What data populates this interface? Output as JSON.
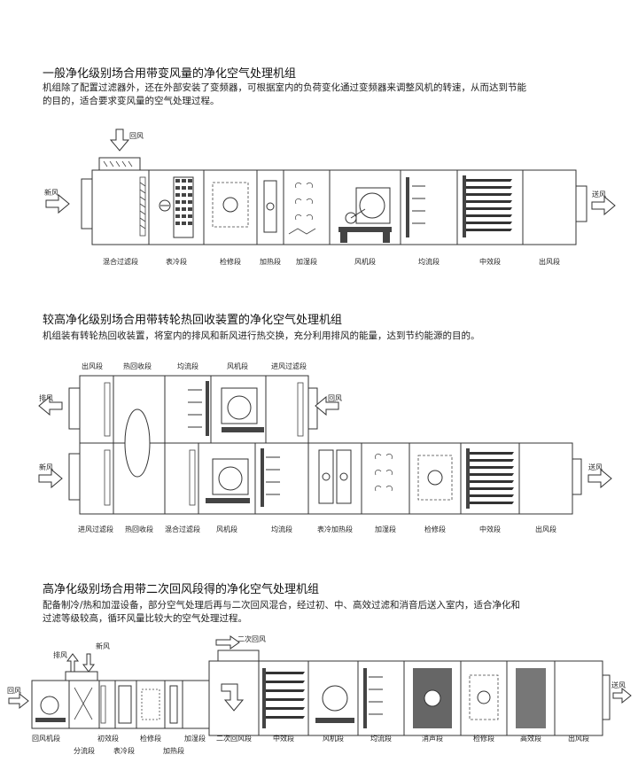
{
  "sections": [
    {
      "title": "一般净化级别场合用带变风量的净化空气处理机组",
      "desc": [
        "    机组除了配置过滤器外，还在外部安装了变频器，可根据室内的负荷变化通过变频器来调整风机的转速，从而达到节能",
        "的目的，适合要求变风量的空气处理过程。"
      ],
      "flows": {
        "return": "回风",
        "fresh": "新风",
        "supply": "送风"
      },
      "labels": [
        "混合过滤段",
        "表冷段",
        "检修段",
        "加热段",
        "加湿段",
        "风机段",
        "均流段",
        "中效段",
        "出风段"
      ]
    },
    {
      "title": "较高净化级别场合用带转轮热回收装置的净化空气处理机组",
      "desc": [
        "    机组装有转轮热回收装置，将室内的排风和新风进行热交换，充分利用排风的能量，达到节约能源的目的。"
      ],
      "flows": {
        "exhaust": "排风",
        "return": "回风",
        "fresh": "新风",
        "supply": "送风"
      },
      "top_labels": [
        "出风段",
        "热回收段",
        "均流段",
        "风机段",
        "进风过滤段"
      ],
      "labels": [
        "进风过滤段",
        "热回收段",
        "混合过滤段",
        "风机段",
        "均流段",
        "表冷加热段",
        "加湿段",
        "检修段",
        "中效段",
        "出风段"
      ]
    },
    {
      "title": "高净化级别场合用带二次回风段得的净化空气处理机组",
      "desc": [
        "    配备制冷/热和加湿设备，部分空气处理后再与二次回风混合，经过初、中、高效过滤和消音后送入室内，适合净化和",
        "过滤等级较高，循环风量比较大的空气处理过程。"
      ],
      "flows": {
        "return": "回风",
        "exhaust": "排风",
        "fresh": "新风",
        "secondary": "二次回风",
        "supply": "送风"
      },
      "labels_upper": [
        "回风机段",
        "初效段",
        "检修段",
        "加湿段",
        "二次回风段",
        "中效段",
        "风机段",
        "均流段",
        "消声段",
        "检修段",
        "高效段",
        "出风段"
      ],
      "labels_lower": [
        "分流段",
        "表冷段",
        "加热段"
      ]
    }
  ]
}
